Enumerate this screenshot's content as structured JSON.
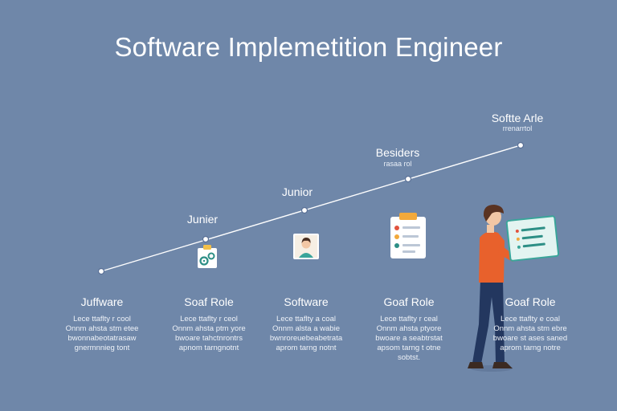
{
  "title": "Software Implemetition Engineer",
  "nodes": [
    {
      "label": "",
      "sub": ""
    },
    {
      "label": "Junier",
      "sub": ""
    },
    {
      "label": "Junior",
      "sub": ""
    },
    {
      "label": "Besiders",
      "sub": "rasaa rol"
    },
    {
      "label": "Softte Arle",
      "sub": "rrenarrtol"
    }
  ],
  "columns": [
    {
      "title": "Juffware",
      "lines": [
        "Lece ttaflty r cool",
        "Onnm ahsta stm etee",
        "bwonnabeotatrasaw",
        "gnermnnieg tont"
      ]
    },
    {
      "title": "Soaf Role",
      "lines": [
        "Lece ttaflty r ceol",
        "Onnm ahsta ptm yore",
        "bwoare tahctnrontrs",
        "apnom tarngnotnt"
      ]
    },
    {
      "title": "Software",
      "lines": [
        "Lece ttaflty a coal",
        "Onnm alsta a wabie",
        "bwnroreuebeabetrata",
        "aprom tarng notnt"
      ]
    },
    {
      "title": "Goaf Role",
      "lines": [
        "Lece ttaflty r ceal",
        "Onnm ahsta ptyore",
        "bwoare a seabtrstat",
        "apsom tarng t otne",
        "sobtst."
      ]
    },
    {
      "title": "Goaf Role",
      "lines": [
        "Lece ttaflty e coal",
        "Onnm ahsta stm ebre",
        "bwoare st ases saned",
        "aprom tarng notre"
      ]
    }
  ],
  "colors": {
    "background": "#6f87a9",
    "line": "#ffffff",
    "shirt": "#e8612c",
    "pants": "#23375f",
    "tablet": "#dff3ef"
  },
  "icons": [
    "gears-icon",
    "person-avatar-icon",
    "clipboard-checklist-icon",
    "person-with-tablet-illustration"
  ]
}
